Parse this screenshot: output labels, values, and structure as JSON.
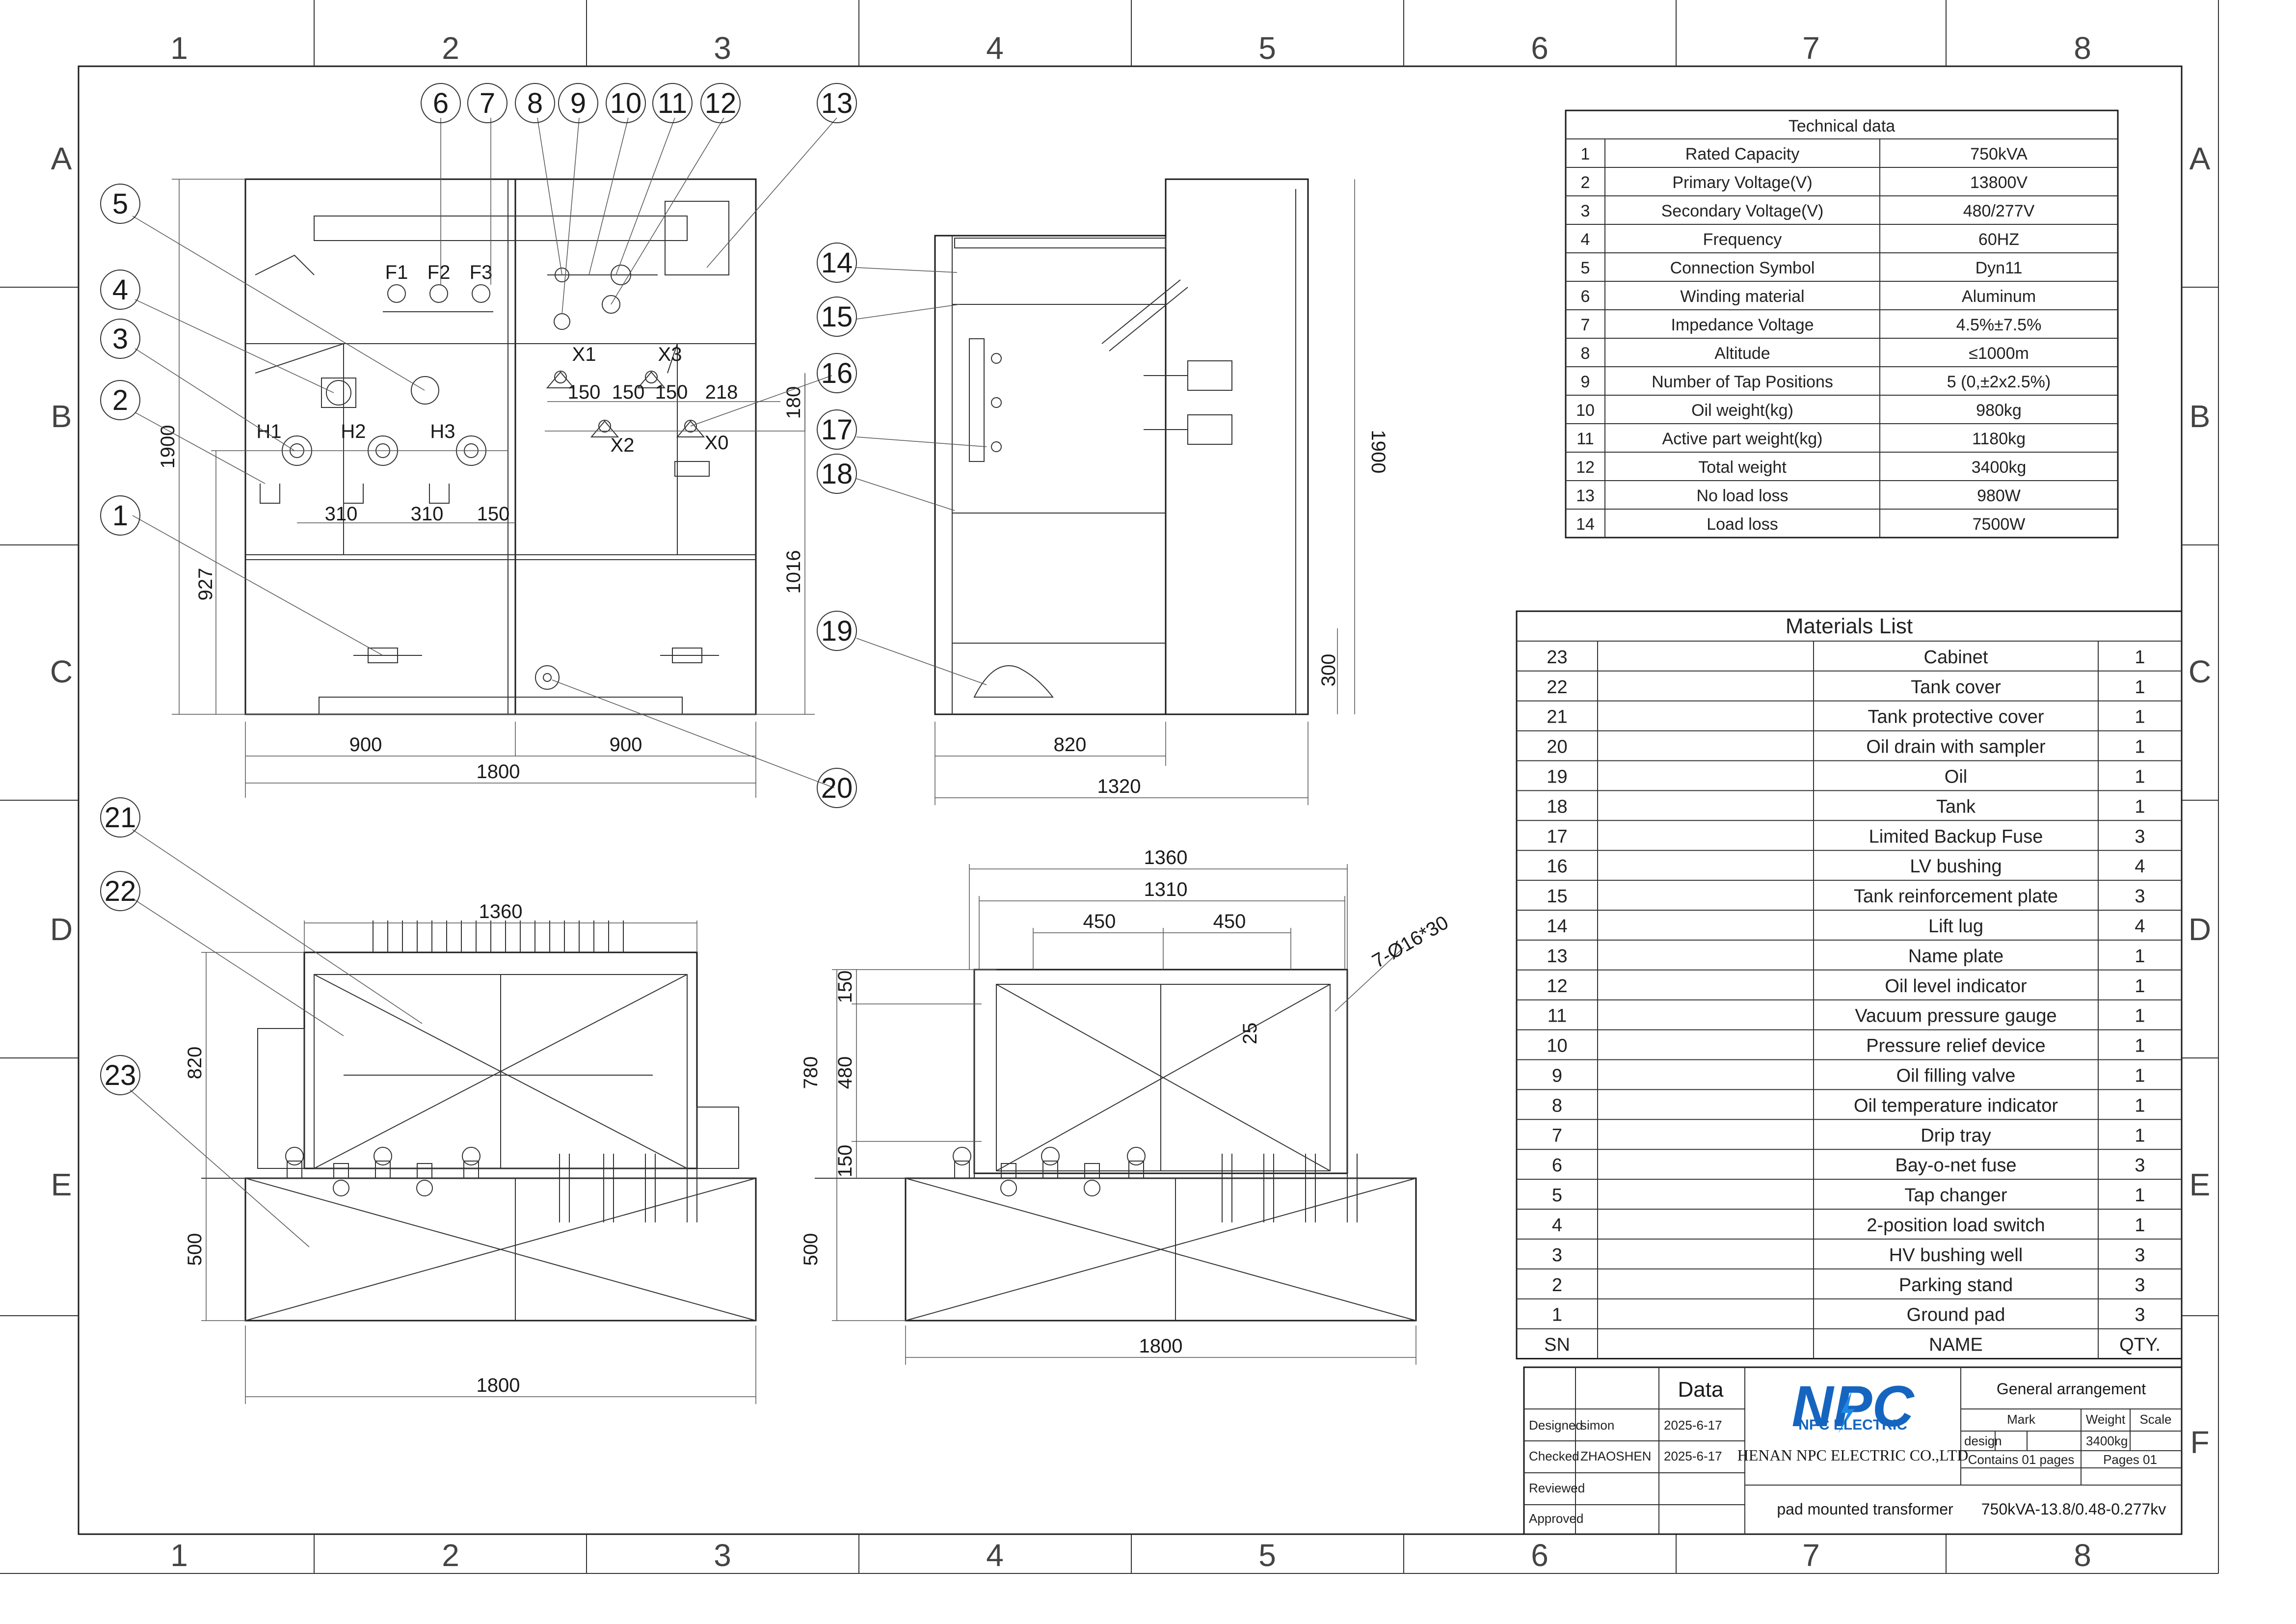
{
  "frame": {
    "col_numbers": [
      "1",
      "2",
      "3",
      "4",
      "5",
      "6",
      "7",
      "8"
    ],
    "row_letters": [
      "A",
      "B",
      "C",
      "D",
      "E",
      "F"
    ]
  },
  "front_view": {
    "fuse_labels": [
      "F1",
      "F2",
      "F3"
    ],
    "hv_labels": [
      "H1",
      "H2",
      "H3"
    ],
    "lv_labels": [
      "X1",
      "X2",
      "X3",
      "X0"
    ],
    "dims": {
      "hv_spacing_1": "310",
      "hv_spacing_2": "310",
      "hv_spacing_3": "150",
      "lv_1": "150",
      "lv_2": "150",
      "lv_3": "150",
      "lv_4": "218",
      "height_total": "1900",
      "hv_height": "927",
      "lv_height": "1016",
      "lv_top": "180",
      "half_left": "900",
      "half_right": "900",
      "width_total": "1800"
    }
  },
  "side_view": {
    "dims": {
      "height": "1900",
      "base": "300",
      "depth_820": "820",
      "depth_1320": "1320"
    }
  },
  "top_view": {
    "dims": {
      "width_1360": "1360",
      "height_820": "820",
      "base_500": "500",
      "width_1800": "1800"
    }
  },
  "end_view": {
    "dims": {
      "width_1360": "1360",
      "width_1310": "1310",
      "spacing_a": "450",
      "spacing_b": "450",
      "h150_top": "150",
      "h480": "480",
      "h150_bot": "150",
      "h780": "780",
      "base_500": "500",
      "width_1800": "1800",
      "hole_note": "7-Ø16*30",
      "tank_25": "25"
    }
  },
  "balloons": [
    "1",
    "2",
    "3",
    "4",
    "5",
    "6",
    "7",
    "8",
    "9",
    "10",
    "11",
    "12",
    "13",
    "14",
    "15",
    "16",
    "17",
    "18",
    "19",
    "20",
    "21",
    "22",
    "23"
  ],
  "technical_data": {
    "title": "Technical data",
    "rows": [
      {
        "no": "1",
        "name": "Rated Capacity",
        "value": "750kVA"
      },
      {
        "no": "2",
        "name": "Primary Voltage(V)",
        "value": "13800V"
      },
      {
        "no": "3",
        "name": "Secondary Voltage(V)",
        "value": "480/277V"
      },
      {
        "no": "4",
        "name": "Frequency",
        "value": "60HZ"
      },
      {
        "no": "5",
        "name": "Connection Symbol",
        "value": "Dyn11"
      },
      {
        "no": "6",
        "name": "Winding material",
        "value": "Aluminum"
      },
      {
        "no": "7",
        "name": "Impedance Voltage",
        "value": "4.5%±7.5%"
      },
      {
        "no": "8",
        "name": "Altitude",
        "value": "≤1000m"
      },
      {
        "no": "9",
        "name": "Number of Tap Positions",
        "value": "5 (0,±2x2.5%)"
      },
      {
        "no": "10",
        "name": "Oil weight(kg)",
        "value": "980kg"
      },
      {
        "no": "11",
        "name": "Active part weight(kg)",
        "value": "1180kg"
      },
      {
        "no": "12",
        "name": "Total weight",
        "value": "3400kg"
      },
      {
        "no": "13",
        "name": "No load loss",
        "value": "980W"
      },
      {
        "no": "14",
        "name": "Load loss",
        "value": "7500W"
      }
    ]
  },
  "materials_list": {
    "title": "Materials List",
    "rows": [
      {
        "sn": "23",
        "name": "Cabinet",
        "qty": "1"
      },
      {
        "sn": "22",
        "name": "Tank cover",
        "qty": "1"
      },
      {
        "sn": "21",
        "name": "Tank protective cover",
        "qty": "1"
      },
      {
        "sn": "20",
        "name": "Oil drain with sampler",
        "qty": "1"
      },
      {
        "sn": "19",
        "name": "Oil",
        "qty": "1"
      },
      {
        "sn": "18",
        "name": "Tank",
        "qty": "1"
      },
      {
        "sn": "17",
        "name": "Limited Backup Fuse",
        "qty": "3"
      },
      {
        "sn": "16",
        "name": "LV bushing",
        "qty": "4"
      },
      {
        "sn": "15",
        "name": "Tank reinforcement plate",
        "qty": "3"
      },
      {
        "sn": "14",
        "name": "Lift lug",
        "qty": "4"
      },
      {
        "sn": "13",
        "name": "Name plate",
        "qty": "1"
      },
      {
        "sn": "12",
        "name": "Oil level indicator",
        "qty": "1"
      },
      {
        "sn": "11",
        "name": "Vacuum pressure gauge",
        "qty": "1"
      },
      {
        "sn": "10",
        "name": "Pressure relief device",
        "qty": "1"
      },
      {
        "sn": "9",
        "name": "Oil filling valve",
        "qty": "1"
      },
      {
        "sn": "8",
        "name": "Oil temperature indicator",
        "qty": "1"
      },
      {
        "sn": "7",
        "name": "Drip tray",
        "qty": "1"
      },
      {
        "sn": "6",
        "name": "Bay-o-net fuse",
        "qty": "3"
      },
      {
        "sn": "5",
        "name": "Tap changer",
        "qty": "1"
      },
      {
        "sn": "4",
        "name": "2-position load switch",
        "qty": "1"
      },
      {
        "sn": "3",
        "name": "HV bushing well",
        "qty": "3"
      },
      {
        "sn": "2",
        "name": "Parking stand",
        "qty": "3"
      },
      {
        "sn": "1",
        "name": "Ground pad",
        "qty": "3"
      }
    ],
    "footer": {
      "sn": "SN",
      "name": "NAME",
      "qty": "QTY."
    }
  },
  "title_block": {
    "data_header": "Data",
    "rows": [
      {
        "role": "Designed",
        "person": "simon",
        "date": "2025-6-17"
      },
      {
        "role": "Checked",
        "person": "ZHAOSHEN",
        "date": "2025-6-17"
      },
      {
        "role": "Reviewed",
        "person": "",
        "date": ""
      },
      {
        "role": "Approved",
        "person": "",
        "date": ""
      }
    ],
    "logo_text": "NPC",
    "logo_caption": "NPC ELECTRIC",
    "company": "HENAN NPC ELECTRIC CO.,LTD",
    "drawing_title": "General arrangement",
    "col_mark": "Mark",
    "col_weight": "Weight",
    "col_scale": "Scale",
    "design_label": "design",
    "weight_value": "3400kg",
    "contains": "Contains 01 pages",
    "pages": "Pages 01",
    "product": "pad mounted transformer",
    "model": "750kVA-13.8/0.48-0.277kv"
  },
  "colors": {
    "logo_blue": "#1565c0",
    "logo_accent": "#1e88e5",
    "line": "#1a1a1a"
  }
}
